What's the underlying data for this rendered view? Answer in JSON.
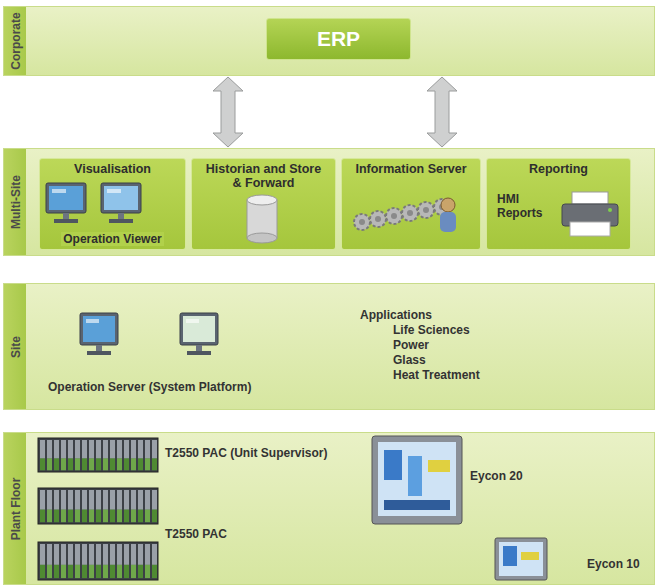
{
  "diagram": {
    "nodes": [
      {
        "text": [
          "Corporate"
        ]
      },
      {
        "text": [
          "ERP"
        ],
        "in": 0
      },
      {
        "text": [
          "Multi-Site"
        ]
      },
      {
        "text": [
          "Visualisation",
          "Operation Viewer"
        ],
        "in": 2
      },
      {
        "text": [
          "Historian and Store & Forward"
        ],
        "in": 2
      },
      {
        "text": [
          "Information Server"
        ],
        "in": 2
      },
      {
        "text": [
          "Reporting",
          "HMI Reports"
        ],
        "in": 2
      },
      {
        "text": [
          "Site"
        ]
      },
      {
        "text": [
          "Plant Floor"
        ]
      }
    ],
    "edges": [
      {
        "from": 0,
        "to": 2,
        "arrow": "both"
      },
      {
        "from": 0,
        "to": 2,
        "arrow": "both"
      }
    ],
    "labels": [
      "Operation Server (System Platform)",
      "Applications",
      "Life Sciences",
      "Power",
      "Glass",
      "Heat Treatment",
      "T2550 PAC (Unit Supervisor)",
      "T2550 PAC",
      "Eycon 20",
      "Eycon 10"
    ]
  }
}
